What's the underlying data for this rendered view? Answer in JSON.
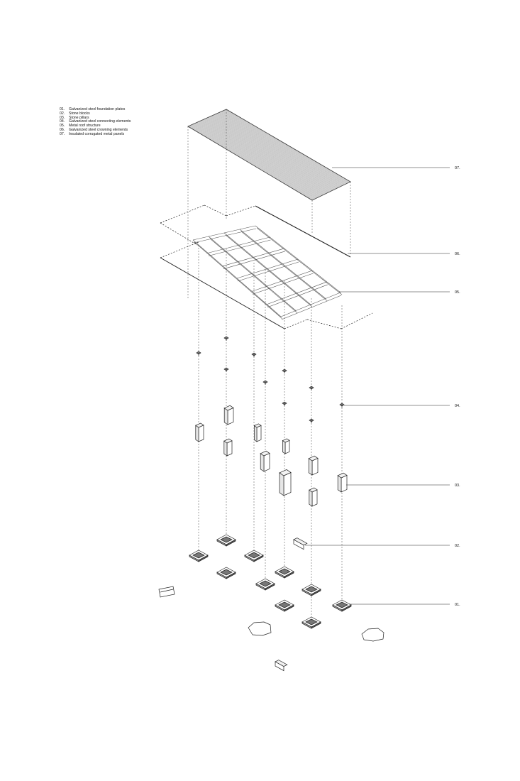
{
  "legend": [
    {
      "num": "01.",
      "text": "Galvanized steel foundation plates"
    },
    {
      "num": "02.",
      "text": "Stone blocks"
    },
    {
      "num": "03.",
      "text": "Stone pillars"
    },
    {
      "num": "04.",
      "text": "Galvanized steel connecting elements"
    },
    {
      "num": "05.",
      "text": "Metal roof structure"
    },
    {
      "num": "06.",
      "text": "Galvanized steel crowning elements"
    },
    {
      "num": "07.",
      "text": "Insulated corrugated metal panels"
    }
  ],
  "callouts": [
    "07.",
    "06.",
    "05.",
    "04.",
    "03.",
    "02.",
    "01."
  ]
}
